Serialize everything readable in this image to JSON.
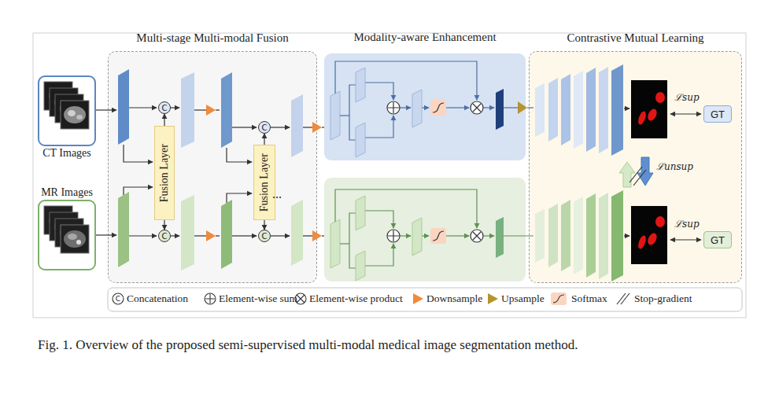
{
  "diagram": {
    "caption": "Fig. 1. Overview of the proposed semi-supervised multi-modal medical image segmentation method.",
    "nodes": [
      {
        "text": [
          "CT Images"
        ]
      },
      {
        "text": [
          "MR Images"
        ]
      },
      {
        "text": [
          "Multi-stage Multi-modal Fusion"
        ]
      },
      {
        "text": [
          "C"
        ],
        "in": 2
      },
      {
        "text": [
          "Fusion Layer"
        ],
        "in": 2
      },
      {
        "text": [
          "C"
        ],
        "in": 2
      },
      {
        "text": [
          "C"
        ],
        "in": 2
      },
      {
        "text": [
          "Fusion Layer"
        ],
        "in": 2
      },
      {
        "text": [
          "C"
        ],
        "in": 2
      },
      {
        "text": [
          "Modality-aware Enhancement"
        ]
      },
      {
        "text": [
          "Contrastive Mutual Learning"
        ]
      },
      {
        "text": [
          "GT"
        ],
        "in": 10
      },
      {
        "text": [
          "GT"
        ],
        "in": 10
      }
    ],
    "edges": [
      {
        "from": 4,
        "to": 3,
        "arrow": "to"
      },
      {
        "from": 4,
        "to": 5,
        "arrow": "to"
      },
      {
        "from": 7,
        "to": 6,
        "arrow": "to"
      },
      {
        "from": 7,
        "to": 8,
        "arrow": "to"
      }
    ],
    "labels": [
      "...",
      "ℒsup",
      "ℒunsup",
      "ℒsup",
      "C"
    ],
    "legend": [
      {
        "text": "Concatenation"
      },
      {
        "text": "Element-wise sum"
      },
      {
        "text": "Element-wise product"
      },
      {
        "text": "Downsample"
      },
      {
        "text": "Upsample"
      },
      {
        "text": "Softmax"
      },
      {
        "text": "Stop-gradient"
      }
    ]
  }
}
